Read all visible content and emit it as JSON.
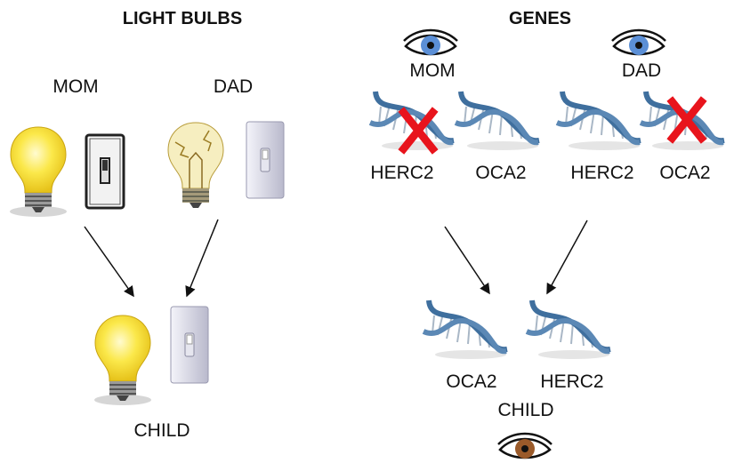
{
  "light_bulbs": {
    "title": "LIGHT BULBS",
    "mom_label": "MOM",
    "dad_label": "DAD",
    "child_label": "CHILD"
  },
  "genes": {
    "title": "GENES",
    "mom_label": "MOM",
    "dad_label": "DAD",
    "mom_genes": [
      "HERC2",
      "OCA2"
    ],
    "dad_genes": [
      "HERC2",
      "OCA2"
    ],
    "child_genes": [
      "OCA2",
      "HERC2"
    ],
    "child_label": "CHILD"
  },
  "colors": {
    "parent_eye": "#5b8fd6",
    "child_eye": "#9a5a2a",
    "cross": "#e8141c",
    "dna": "#3f6f9e",
    "bulb": "#f7e23a"
  }
}
